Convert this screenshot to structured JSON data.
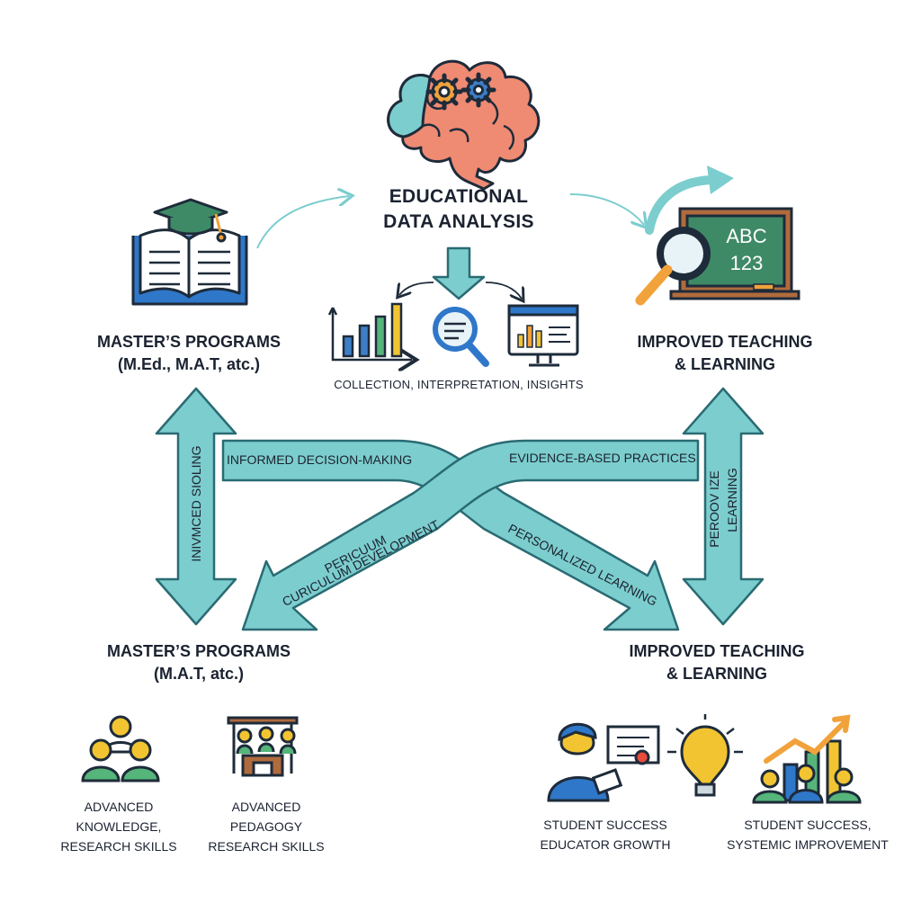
{
  "center": {
    "title_line1": "EDUCATIONAL",
    "title_line2": "DATA ANALYSIS",
    "subtitle": "COLLECTION, INTERPRETATION, INSIGHTS"
  },
  "top_left": {
    "line1": "MASTER’S PROGRAMS",
    "line2": "(M.Ed., M.A.T, atc.)"
  },
  "top_right": {
    "line1": "IMPROVED TEACHING",
    "line2": "& LEARNING"
  },
  "bottom_left": {
    "line1": "MASTER’S PROGRAMS",
    "line2": "(M.A.T, atc.)"
  },
  "bottom_right": {
    "line1": "IMPROVED TEACHING",
    "line2": "& LEARNING"
  },
  "bands": {
    "left_vertical": "INIVMCED SIOLING",
    "right_vertical_1": "PEROOV IZE",
    "right_vertical_2": "LEARNING",
    "informed": "INFORMED DECISION-MAKING",
    "evidence": "EVIDENCE-BASED PRACTICES",
    "curriculum_1": "PERICUUM",
    "curriculum_2": "CURICULUM DEVELOPMENT",
    "personalized": "PERSONALIZED LEARNING"
  },
  "captions": {
    "c1_line1": "ADVANCED",
    "c1_line2": "KNOWLEDGE,",
    "c1_line3": "RESEARCH SKILLS",
    "c2_line1": "ADVANCED",
    "c2_line2": "PEDAGOGY",
    "c2_line3": "RESEARCH SKILLS",
    "c3_line1": "STUDENT SUCCESS",
    "c3_line2": "EDUCATOR GROWTH",
    "c4_line1": "STUDENT SUCCESS,",
    "c4_line2": "SYSTEMIC IMPROVEMENT"
  },
  "chalkboard": {
    "line1": "ABC",
    "line2": "123"
  },
  "colors": {
    "teal": "#7ccdce",
    "teal_dark": "#2a6b73",
    "outline": "#1e2b3a",
    "brain": "#ef8a73",
    "gear": "#f1a23a",
    "gear_blue": "#3d7ec7",
    "board": "#3f8a66",
    "wood": "#b06b3d",
    "blue_icon": "#2f77c9",
    "green_icon": "#55b57a",
    "yellow_icon": "#f2c431"
  }
}
